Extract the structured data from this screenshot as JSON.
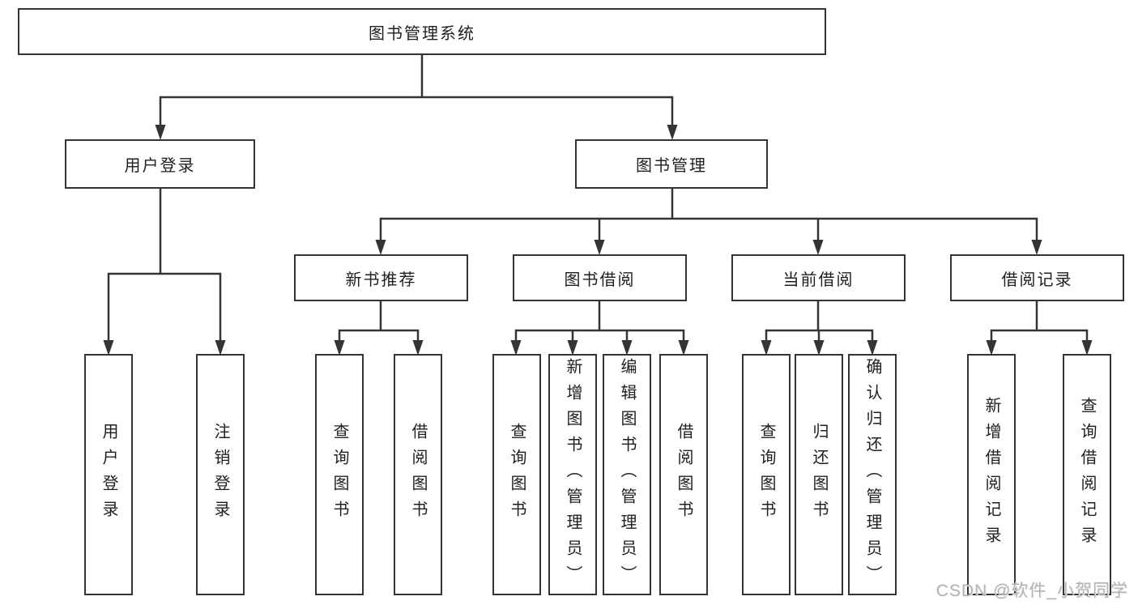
{
  "colors": {
    "line": "#343434",
    "border": "#343434",
    "text": "#1f1f1f",
    "background": "#ffffff",
    "watermark": "#b3b3b3"
  },
  "root": {
    "label": "图书管理系统"
  },
  "branches": [
    {
      "label": "用户登录",
      "children": [
        {
          "label": "用户登录"
        },
        {
          "label": "注销登录"
        }
      ]
    },
    {
      "label": "图书管理",
      "sections": [
        {
          "label": "新书推荐",
          "children": [
            {
              "label": "查询图书"
            },
            {
              "label": "借阅图书"
            }
          ]
        },
        {
          "label": "图书借阅",
          "children": [
            {
              "label": "查询图书"
            },
            {
              "label": "新增图书（管理员）"
            },
            {
              "label": "编辑图书（管理员）"
            },
            {
              "label": "借阅图书"
            }
          ]
        },
        {
          "label": "当前借阅",
          "children": [
            {
              "label": "查询图书"
            },
            {
              "label": "归还图书"
            },
            {
              "label": "确认归还（管理员）"
            }
          ]
        },
        {
          "label": "借阅记录",
          "children": [
            {
              "label": "新增借阅记录"
            },
            {
              "label": "查询借阅记录"
            }
          ]
        }
      ]
    }
  ],
  "watermark": "CSDN @软件_小贺同学"
}
